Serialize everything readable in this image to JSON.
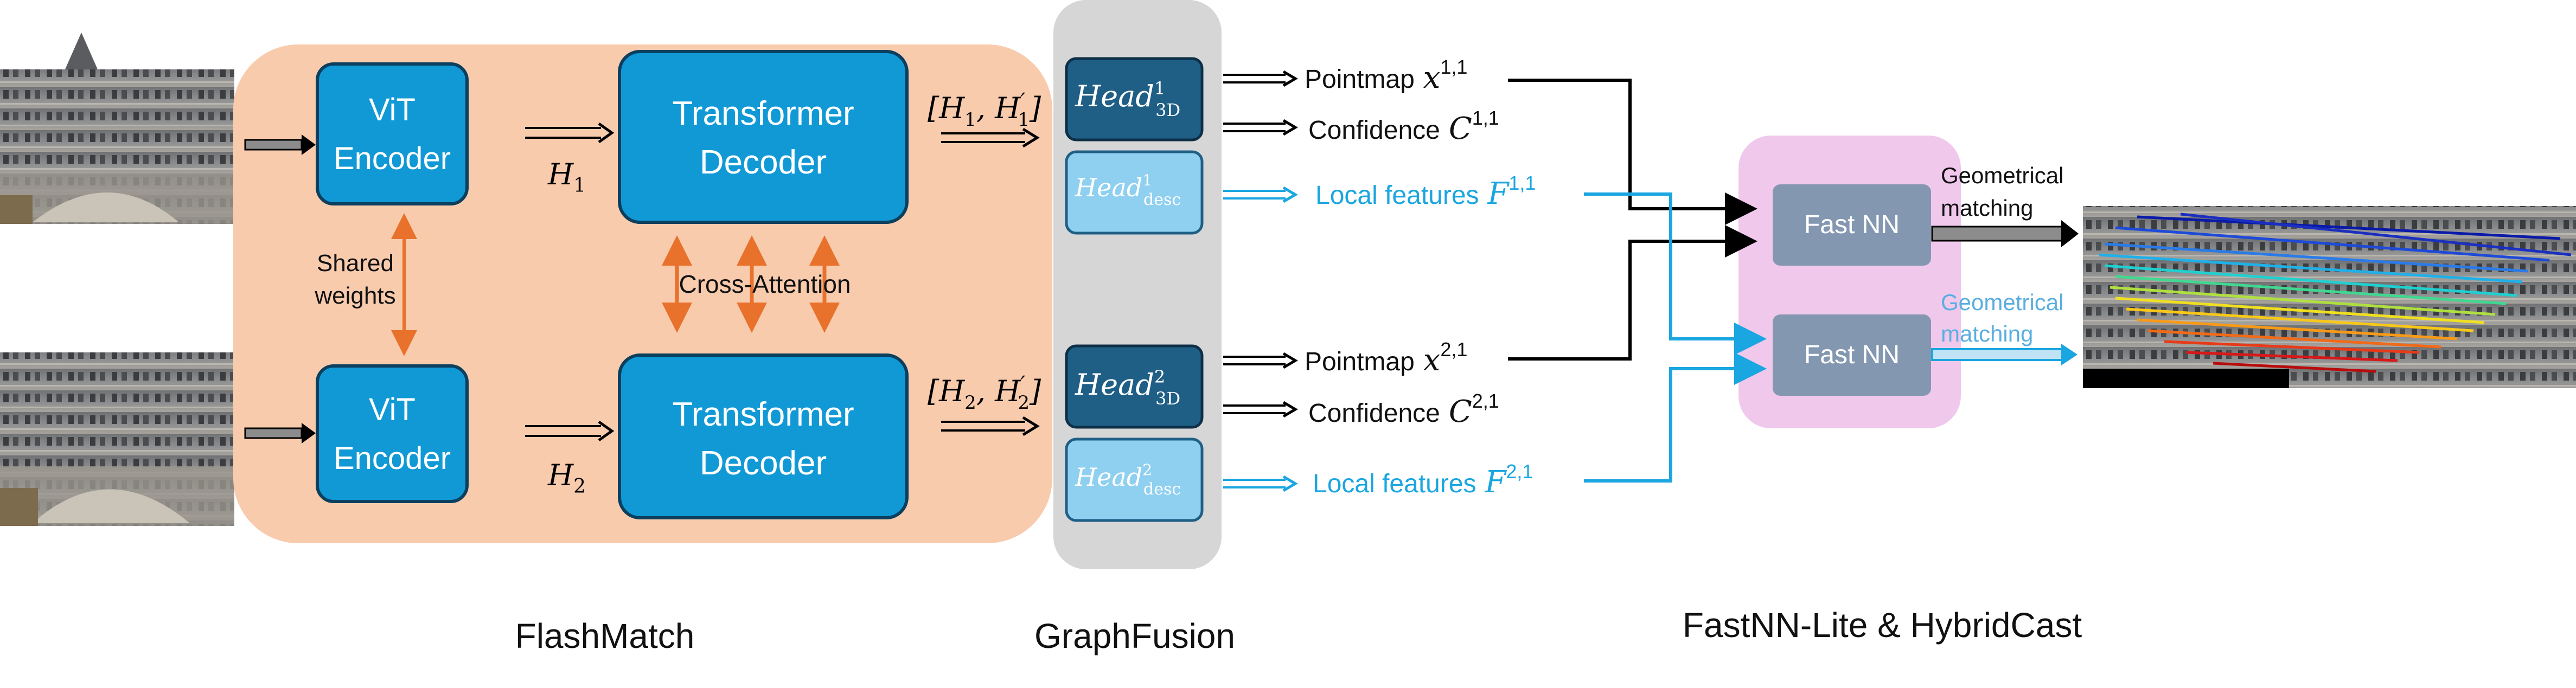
{
  "blocks": {
    "vit_label_1": "ViT",
    "encoder_label_1": "Encoder",
    "vit_label_2": "ViT",
    "encoder_label_2": "Encoder",
    "transformer_label_1": "Transformer",
    "decoder_label_1": "Decoder",
    "transformer_label_2": "Transformer",
    "decoder_label_2": "Decoder",
    "shared_weights_1": "Shared",
    "shared_weights_2": "weights",
    "cross_attention": "Cross-Attention",
    "h1": "H",
    "h1_sub": "1",
    "h2": "H",
    "h2_sub": "2",
    "h1_pair": "[H",
    "h1_pair_sub": "1",
    "h1_pair_mid": ", H",
    "h1_pair_prime": "′",
    "h1_pair_sub2": "1",
    "h1_pair_end": "]",
    "h2_pair": "[H",
    "h2_pair_sub": "2",
    "h2_pair_mid": ", H",
    "h2_pair_prime": "′",
    "h2_pair_sub2": "2",
    "h2_pair_end": "]"
  },
  "heads": {
    "head": "Head",
    "head3d_sup_1": "1",
    "head3d_sub": "3D",
    "headdesc_sup_1": "1",
    "headdesc_sub": "desc",
    "head3d_sup_2": "2",
    "headdesc_sup_2": "2"
  },
  "outputs": {
    "pointmap_1": "Pointmap",
    "pointmap_1_sym": "x",
    "pointmap_1_sup": "1,1",
    "confidence_1": "Confidence",
    "confidence_1_sym": "C",
    "confidence_1_sup": "1,1",
    "local_1": "Local features",
    "local_1_sym": "F",
    "local_1_sup": "1,1",
    "pointmap_2": "Pointmap",
    "pointmap_2_sym": "x",
    "pointmap_2_sup": "2,1",
    "confidence_2": "Confidence",
    "confidence_2_sym": "C",
    "confidence_2_sup": "2,1",
    "local_2": "Local features",
    "local_2_sym": "F",
    "local_2_sup": "2,1"
  },
  "matching": {
    "fastnn_1": "Fast NN",
    "fastnn_2": "Fast NN",
    "geo_1a": "Geometrical",
    "geo_1b": "matching",
    "geo_2a": "Geometrical",
    "geo_2b": "matching"
  },
  "captions": {
    "flashmatch": "FlashMatch",
    "graphfusion": "GraphFusion",
    "fastnn_lite": "FastNN-Lite & HybridCast"
  },
  "colors": {
    "flash_bg": "#f8cbad",
    "graph_bg": "#d6d6d6",
    "fastnn_bg": "#efc8ec",
    "block_blue": "#1199d6",
    "head_dark": "#1f5f86",
    "head_light": "#8fd0f0",
    "fastnn_box": "#8497b0",
    "orange": "#e8722c",
    "cyan": "#1aa6e0"
  }
}
